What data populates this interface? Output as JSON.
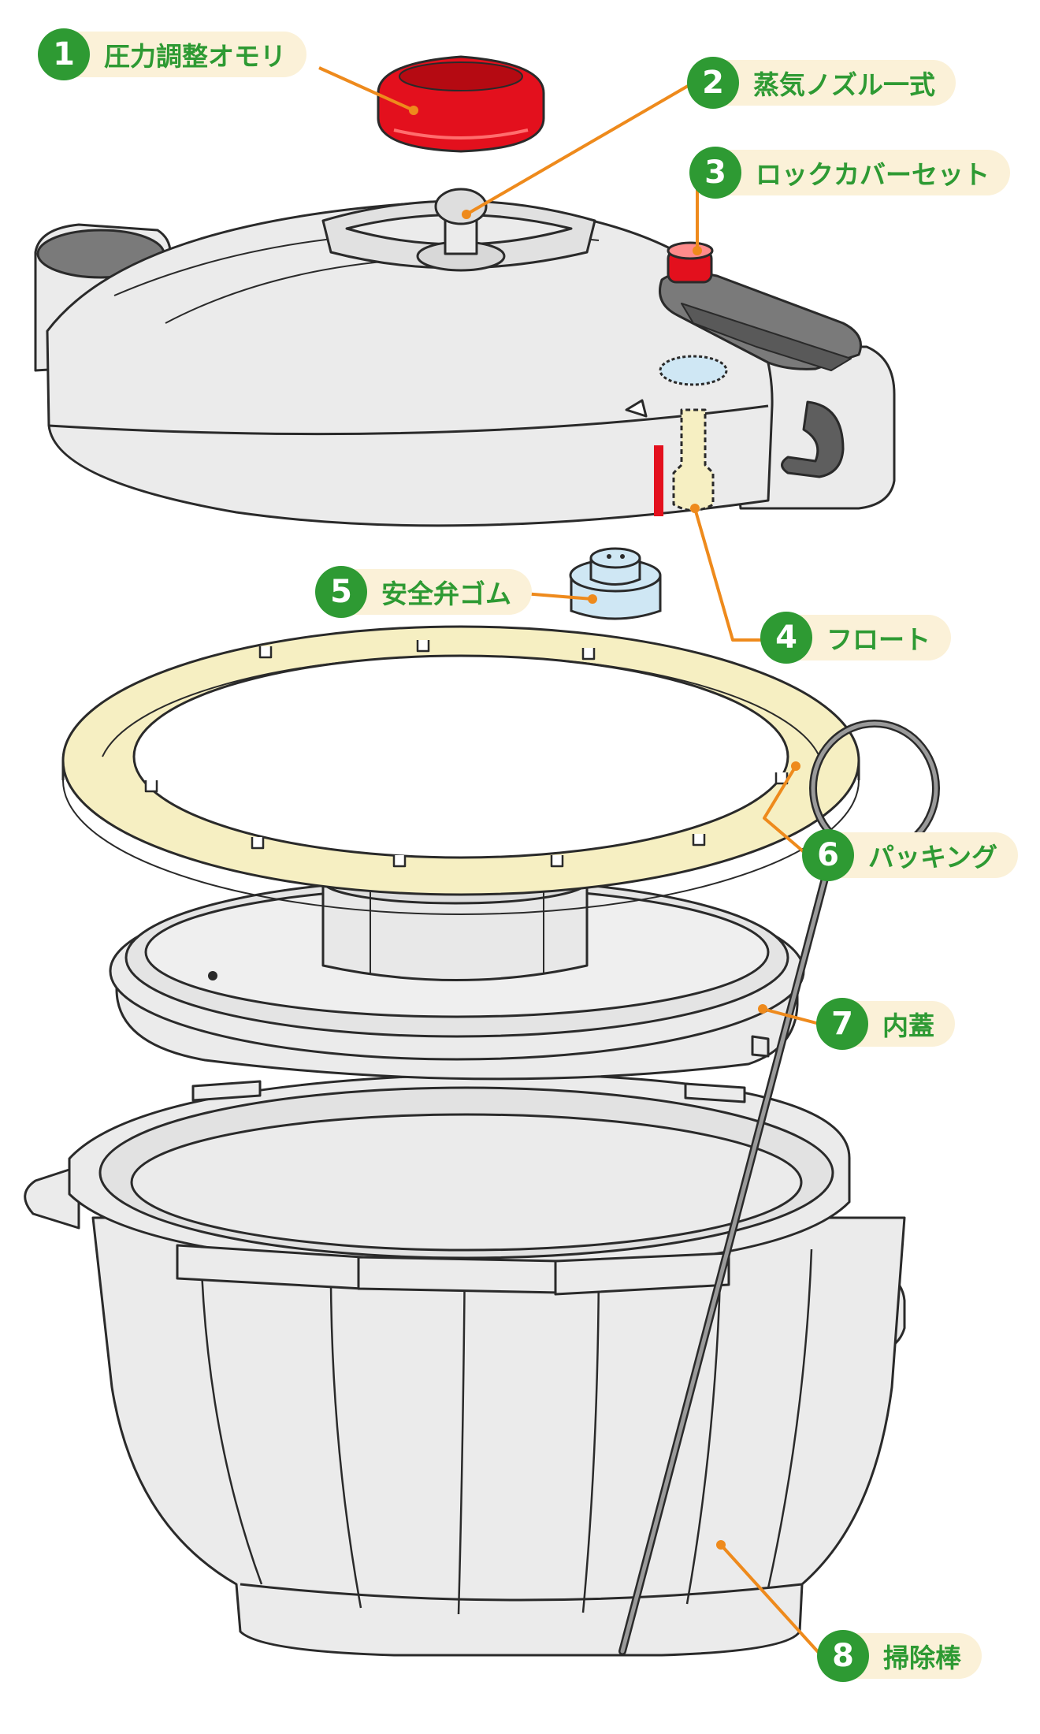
{
  "colors": {
    "badge": "#2e9a33",
    "label_text": "#2e9a33",
    "pill": "#fbf1d8",
    "leader": "#ee8a1c",
    "body_fill": "#ebebeb",
    "outline": "#2a2a2a",
    "red": "#e3101d",
    "gasket": "#f6efc2",
    "valve_rubber": "#cfe7f4",
    "dark_grey": "#7a7a7a"
  },
  "parts": [
    {
      "number": "1",
      "label": "圧力調整オモリ",
      "icon": "weight-icon"
    },
    {
      "number": "2",
      "label": "蒸気ノズル一式",
      "icon": "steam-nozzle-icon"
    },
    {
      "number": "3",
      "label": "ロックカバーセット",
      "icon": "lock-cover-icon"
    },
    {
      "number": "4",
      "label": "フロート",
      "icon": "float-icon"
    },
    {
      "number": "5",
      "label": "安全弁ゴム",
      "icon": "safety-valve-rubber-icon"
    },
    {
      "number": "6",
      "label": "パッキング",
      "icon": "gasket-icon"
    },
    {
      "number": "7",
      "label": "内蓋",
      "icon": "inner-lid-icon"
    },
    {
      "number": "8",
      "label": "掃除棒",
      "icon": "cleaning-rod-icon"
    }
  ]
}
